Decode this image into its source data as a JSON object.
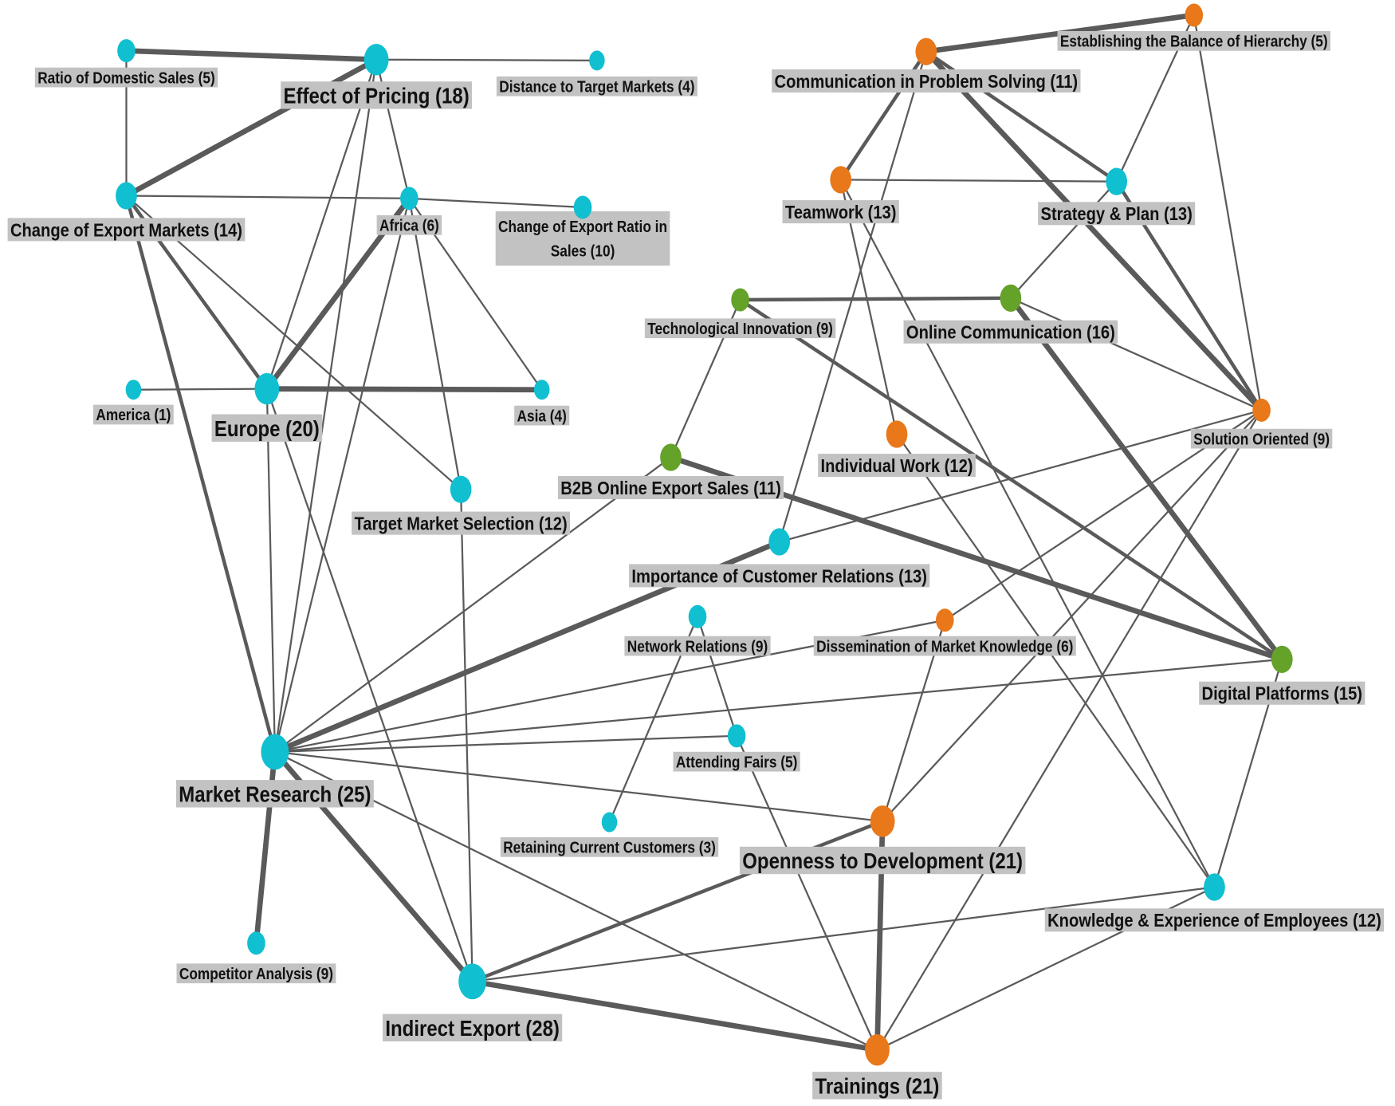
{
  "colors": {
    "cyan": "#10bfd0",
    "orange": "#e8781a",
    "green": "#64a22a",
    "edge": "#5a5a5a",
    "label_bg": "#c2c2c2"
  },
  "nodes": [
    {
      "id": "ratio",
      "label": "Ratio of Domestic Sales (5)",
      "count": 5,
      "group": "cyan"
    },
    {
      "id": "pricing",
      "label": "Effect of Pricing (18)",
      "count": 18,
      "group": "cyan"
    },
    {
      "id": "distance",
      "label": "Distance to Target Markets (4)",
      "count": 4,
      "group": "cyan"
    },
    {
      "id": "change",
      "label": "Change of Export Markets (14)",
      "count": 14,
      "group": "cyan"
    },
    {
      "id": "africa",
      "label": "Africa (6)",
      "count": 6,
      "group": "cyan"
    },
    {
      "id": "ratio_export",
      "label": "Change of Export Ratio in Sales (10)",
      "count": 10,
      "group": "cyan"
    },
    {
      "id": "america",
      "label": "America (1)",
      "count": 1,
      "group": "cyan"
    },
    {
      "id": "europe",
      "label": "Europe (20)",
      "count": 20,
      "group": "cyan"
    },
    {
      "id": "asia",
      "label": "Asia (4)",
      "count": 4,
      "group": "cyan"
    },
    {
      "id": "target",
      "label": "Target Market Selection (12)",
      "count": 12,
      "group": "cyan"
    },
    {
      "id": "market",
      "label": "Market Research (25)",
      "count": 25,
      "group": "cyan"
    },
    {
      "id": "competitor",
      "label": "Competitor Analysis (9)",
      "count": 9,
      "group": "cyan"
    },
    {
      "id": "indirect",
      "label": "Indirect Export (28)",
      "count": 28,
      "group": "cyan"
    },
    {
      "id": "network",
      "label": "Network Relations (9)",
      "count": 9,
      "group": "cyan"
    },
    {
      "id": "fairs",
      "label": "Attending Fairs (5)",
      "count": 5,
      "group": "cyan"
    },
    {
      "id": "retaining",
      "label": "Retaining Current Customers (3)",
      "count": 3,
      "group": "cyan"
    },
    {
      "id": "customer",
      "label": "Importance of Customer Relations (13)",
      "count": 13,
      "group": "cyan"
    },
    {
      "id": "b2b",
      "label": "B2B Online Export Sales (11)",
      "count": 11,
      "group": "green"
    },
    {
      "id": "techinnov",
      "label": "Technological Innovation (9)",
      "count": 9,
      "group": "green"
    },
    {
      "id": "online",
      "label": "Online Communication (16)",
      "count": 16,
      "group": "green"
    },
    {
      "id": "comm",
      "label": "Communication in Problem Solving (11)",
      "count": 11,
      "group": "orange"
    },
    {
      "id": "hierarchy",
      "label": "Establishing the Balance of Hierarchy (5)",
      "count": 5,
      "group": "orange"
    },
    {
      "id": "teamwork",
      "label": "Teamwork (13)",
      "count": 13,
      "group": "orange"
    },
    {
      "id": "strategy",
      "label": "Strategy & Plan (13)",
      "count": 13,
      "group": "cyan"
    },
    {
      "id": "solution",
      "label": "Solution Oriented (9)",
      "count": 9,
      "group": "orange"
    },
    {
      "id": "individual",
      "label": "Individual Work (12)",
      "count": 12,
      "group": "orange"
    },
    {
      "id": "dissemination",
      "label": "Dissemination of Market Knowledge (6)",
      "count": 6,
      "group": "orange"
    },
    {
      "id": "digital",
      "label": "Digital Platforms (15)",
      "count": 15,
      "group": "green"
    },
    {
      "id": "openness",
      "label": "Openness to Development (21)",
      "count": 21,
      "group": "orange"
    },
    {
      "id": "knowledge",
      "label": "Knowledge & Experience of Employees (12)",
      "count": 12,
      "group": "cyan"
    },
    {
      "id": "trainings",
      "label": "Trainings (21)",
      "count": 21,
      "group": "orange"
    }
  ],
  "edges": [
    [
      "ratio",
      "pricing",
      3
    ],
    [
      "ratio",
      "change",
      1
    ],
    [
      "pricing",
      "distance",
      1
    ],
    [
      "pricing",
      "change",
      3
    ],
    [
      "pricing",
      "africa",
      1
    ],
    [
      "pricing",
      "europe",
      1
    ],
    [
      "pricing",
      "market",
      1
    ],
    [
      "change",
      "africa",
      1
    ],
    [
      "africa",
      "ratio_export",
      1
    ],
    [
      "change",
      "europe",
      2
    ],
    [
      "change",
      "market",
      2
    ],
    [
      "change",
      "target",
      1
    ],
    [
      "africa",
      "europe",
      3
    ],
    [
      "africa",
      "asia",
      1
    ],
    [
      "africa",
      "target",
      1
    ],
    [
      "africa",
      "market",
      1
    ],
    [
      "america",
      "europe",
      1
    ],
    [
      "europe",
      "asia",
      3
    ],
    [
      "europe",
      "market",
      1
    ],
    [
      "europe",
      "indirect",
      1
    ],
    [
      "target",
      "indirect",
      1
    ],
    [
      "market",
      "competitor",
      3
    ],
    [
      "market",
      "indirect",
      3
    ],
    [
      "market",
      "b2b",
      1
    ],
    [
      "market",
      "customer",
      3
    ],
    [
      "market",
      "dissemination",
      1
    ],
    [
      "market",
      "digital",
      1
    ],
    [
      "market",
      "fairs",
      1
    ],
    [
      "market",
      "openness",
      1
    ],
    [
      "market",
      "trainings",
      1
    ],
    [
      "network",
      "retaining",
      1
    ],
    [
      "network",
      "fairs",
      1
    ],
    [
      "b2b",
      "techinnov",
      1
    ],
    [
      "b2b",
      "digital",
      3
    ],
    [
      "techinnov",
      "online",
      2
    ],
    [
      "techinnov",
      "digital",
      2
    ],
    [
      "customer",
      "solution",
      1
    ],
    [
      "customer",
      "comm",
      1
    ],
    [
      "comm",
      "hierarchy",
      3
    ],
    [
      "comm",
      "teamwork",
      2
    ],
    [
      "comm",
      "strategy",
      2
    ],
    [
      "comm",
      "solution",
      3
    ],
    [
      "teamwork",
      "strategy",
      1
    ],
    [
      "teamwork",
      "individual",
      1
    ],
    [
      "teamwork",
      "knowledge",
      1
    ],
    [
      "hierarchy",
      "strategy",
      1
    ],
    [
      "hierarchy",
      "solution",
      1
    ],
    [
      "strategy",
      "online",
      1
    ],
    [
      "strategy",
      "solution",
      2
    ],
    [
      "online",
      "solution",
      1
    ],
    [
      "online",
      "digital",
      3
    ],
    [
      "solution",
      "dissemination",
      1
    ],
    [
      "solution",
      "openness",
      1
    ],
    [
      "solution",
      "trainings",
      1
    ],
    [
      "individual",
      "knowledge",
      1
    ],
    [
      "dissemination",
      "openness",
      1
    ],
    [
      "digital",
      "knowledge",
      1
    ],
    [
      "openness",
      "indirect",
      2
    ],
    [
      "openness",
      "trainings",
      3
    ],
    [
      "fairs",
      "trainings",
      1
    ],
    [
      "knowledge",
      "indirect",
      1
    ],
    [
      "knowledge",
      "trainings",
      1
    ],
    [
      "indirect",
      "trainings",
      3
    ]
  ]
}
